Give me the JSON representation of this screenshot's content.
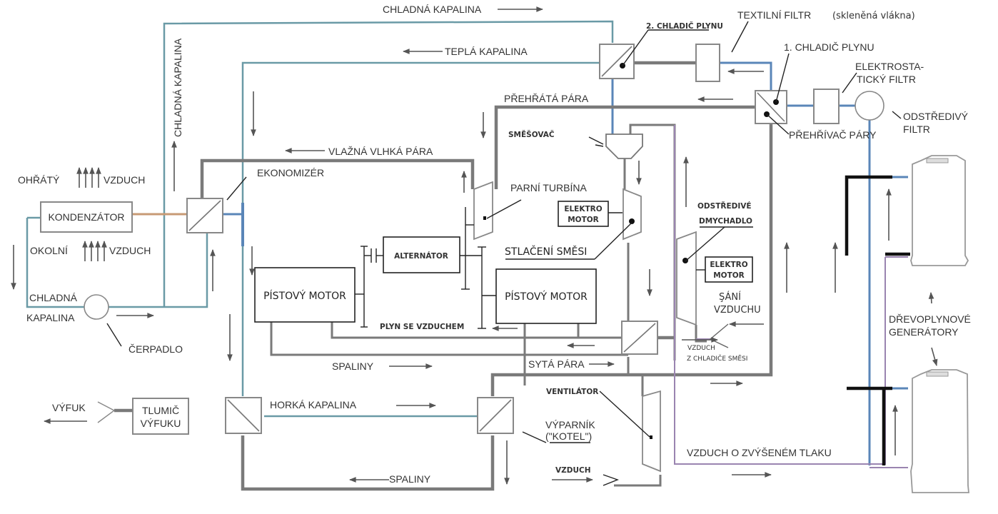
{
  "title": "Schéma kogenerační jednotky s dřevoplynovými generátory",
  "labels": {
    "chladna_kapalina_top": "CHLADNÁ KAPALINA",
    "chladna_kapalina_vertical": "CHLADNÁ KAPALINA",
    "tepla_kapalina": "TEPLÁ KAPALINA",
    "prehrata_para": "PŘEHŘÁTÁ PÁRA",
    "vlazna_vlhka_para": "VLAŽNÁ  VLHKÁ PÁRA",
    "ekonomizer": "EKONOMIZÉR",
    "ohraty": "OHŘÁTÝ",
    "vzduch_1": "VZDUCH",
    "kondenzator": "KONDENZÁTOR",
    "okolni": "OKOLNÍ",
    "vzduch_2": "VZDUCH",
    "chladna": "CHLADNÁ",
    "kapalina": "KAPALINA",
    "cerpadlo": "ČERPADLO",
    "vyfuk": "VÝFUK",
    "tlumic_1": "TLUMIČ",
    "tlumic_2": "VÝFUKU",
    "horka_kapalina": "HORKÁ KAPALINA",
    "spaliny_upper": "SPALINY",
    "spaliny_lower": "SPALINY",
    "pistovy_motor_left": "PÍSTOVÝ MOTOR",
    "pistovy_motor_right": "PÍSTOVÝ MOTOR",
    "alternator": "ALTERNÁTOR",
    "plyn_se_vzduchem": "PLYN SE VZDUCHEM",
    "parni_turbina": "PARNÍ TURBÍNA",
    "smesovac": "SMĚŠOVAČ",
    "elektro_motor_1a": "ELEKTRO",
    "elektro_motor_1b": "MOTOR",
    "stlaceni_smesi": "STLAČENÍ SMĚSI",
    "odstredive_dmychadlo_1": "ODSTŘEDIVÉ",
    "odstredive_dmychadlo_2": "DMYCHADLO",
    "elektro_motor_2a": "ELEKTRO",
    "elektro_motor_2b": "MOTOR",
    "sani_vzduchu_1": "ŞÁNÍ",
    "sani_vzduchu_2": "VZDUCHU",
    "vzduch_z_chladice_1": "VZDUCH",
    "vzduch_z_chladice_2": "Z CHLADIČE SMĚSI",
    "syta_para": "SYTÁ PÁRA",
    "ventilator": "VENTILÁTOR",
    "vyparnik_1": "VÝPARNÍK",
    "vyparnik_2": "(\"KOTEL\")",
    "vzduch_bottom": "VZDUCH",
    "vzduch_o_zvysenem_tlaku": "VZDUCH O ZVÝŠENÉM TLAKU",
    "chladic_plynu_2": "2. CHLADIČ PLYNU",
    "textilni_filtr": "TEXTILNÍ FILTR",
    "sklenena_vlakna": "(skleněná vlákna)",
    "chladic_plynu_1": "1. CHLADIČ PLYNU",
    "elektrostaticky_1": "ELEKTROSTA-",
    "elektrostaticky_2": "TICKÝ FILTR",
    "odstredivy_filtr_1": "ODSTŘEDIVÝ",
    "odstredivy_filtr_2": "FILTR",
    "prehrivac_pary": "PŘEHŘÍVAČ PÁRY",
    "drevoplynove_1": "DŘEVOPLYNOVÉ",
    "drevoplynove_2": "GENERÁTORY"
  },
  "colors": {
    "cold_liquid": "#6a9aa6",
    "hot_pipe_blue": "#5a86b8",
    "exhaust_gas": "#7a7a7a",
    "pressurized_air": "#9a84b0",
    "condensate": "#c79a74",
    "gas_line": "#111111"
  }
}
